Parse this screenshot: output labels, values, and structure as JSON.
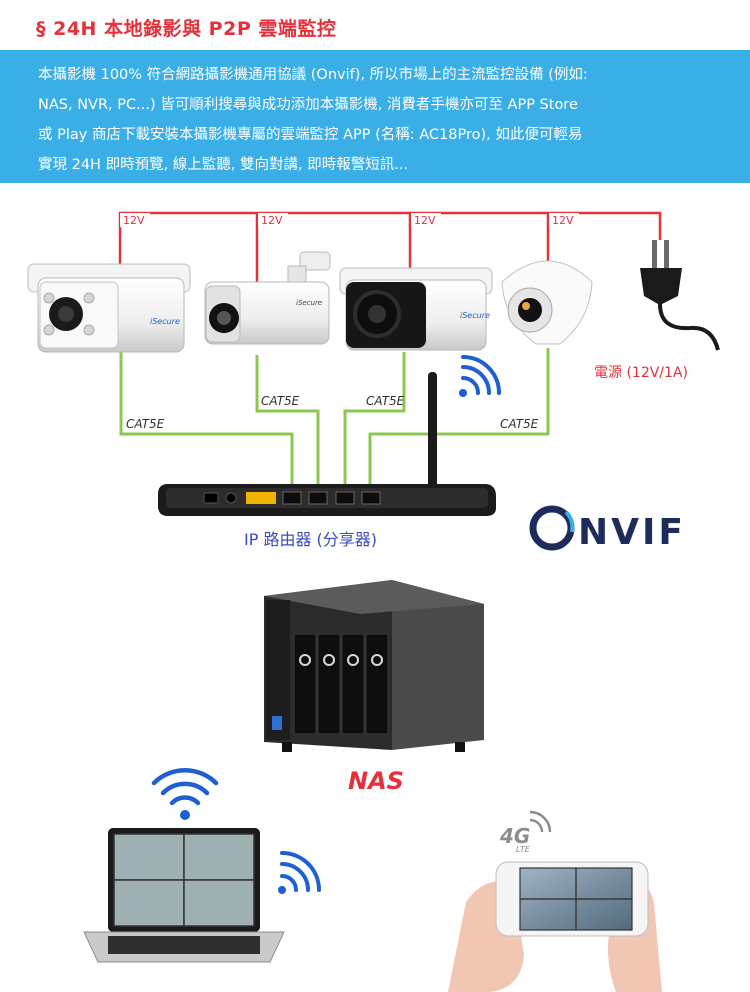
{
  "header": {
    "title": "§ 24H 本地錄影與 P2P 雲端監控"
  },
  "description": {
    "line1": "本攝影機 100% 符合網路攝影機通用協議 (Onvif), 所以市場上的主流監控設備 (例如:",
    "line2": "NAS, NVR, PC...) 皆可順利搜尋與成功添加本攝影機, 消費者手機亦可至 APP Store",
    "line3": "或 Play 商店下載安裝本攝影機專屬的雲端監控 APP (名稱: AC18Pro), 如此便可輕易",
    "line4": "實現 24H 即時預覽, 線上監聽, 雙向對講, 即時報警短訊..."
  },
  "diagram": {
    "power_tags": [
      "12V",
      "12V",
      "12V",
      "12V"
    ],
    "cable_tags": [
      "CAT5E",
      "CAT5E",
      "CAT5E",
      "CAT5E"
    ],
    "power_label": "電源 (12V/1A)",
    "router_label": "IP 路由器 (分享器)",
    "nas_label": "NAS",
    "onvif_logo": "NVIF",
    "camera_brand": "iSecure",
    "lte_badge": "4G",
    "lte_sub": "LTE"
  },
  "colors": {
    "title": "#e5313b",
    "banner": "#3aaee6",
    "power_line": "#e5313b",
    "network_line": "#8cc751",
    "router_label": "#3b4cb8",
    "wifi": "#1e5fd1",
    "onvif": "#1d2c5b"
  },
  "icons": [
    "wifi-icon",
    "power-plug-icon",
    "4g-lte-icon",
    "onvif-logo"
  ]
}
